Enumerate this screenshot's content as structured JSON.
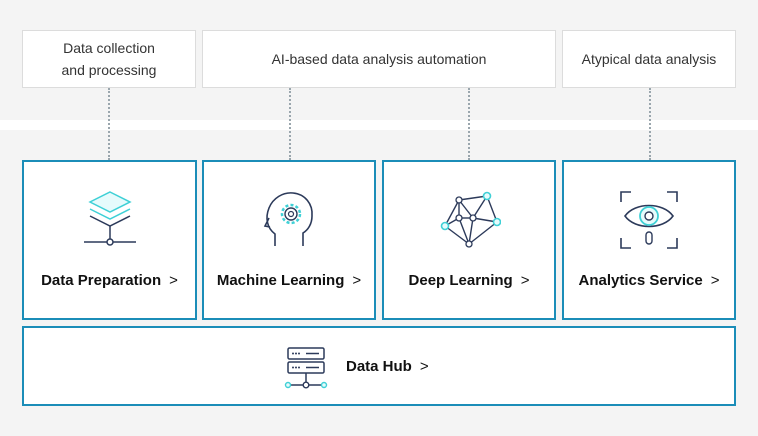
{
  "labels": {
    "collection": "Data collection\nand processing",
    "automation": "AI-based data analysis automation",
    "atypical": "Atypical data analysis"
  },
  "cards": {
    "data_preparation": {
      "label": "Data Preparation",
      "chevron": ">"
    },
    "machine_learning": {
      "label": "Machine Learning",
      "chevron": ">"
    },
    "deep_learning": {
      "label": "Deep Learning",
      "chevron": ">"
    },
    "analytics_service": {
      "label": "Analytics Service",
      "chevron": ">"
    }
  },
  "hub": {
    "label": "Data Hub",
    "chevron": ">"
  },
  "colors": {
    "border": "#1b8db8",
    "accent": "#3fd0d6",
    "stroke": "#2c3a5a",
    "background": "#f4f4f4"
  }
}
